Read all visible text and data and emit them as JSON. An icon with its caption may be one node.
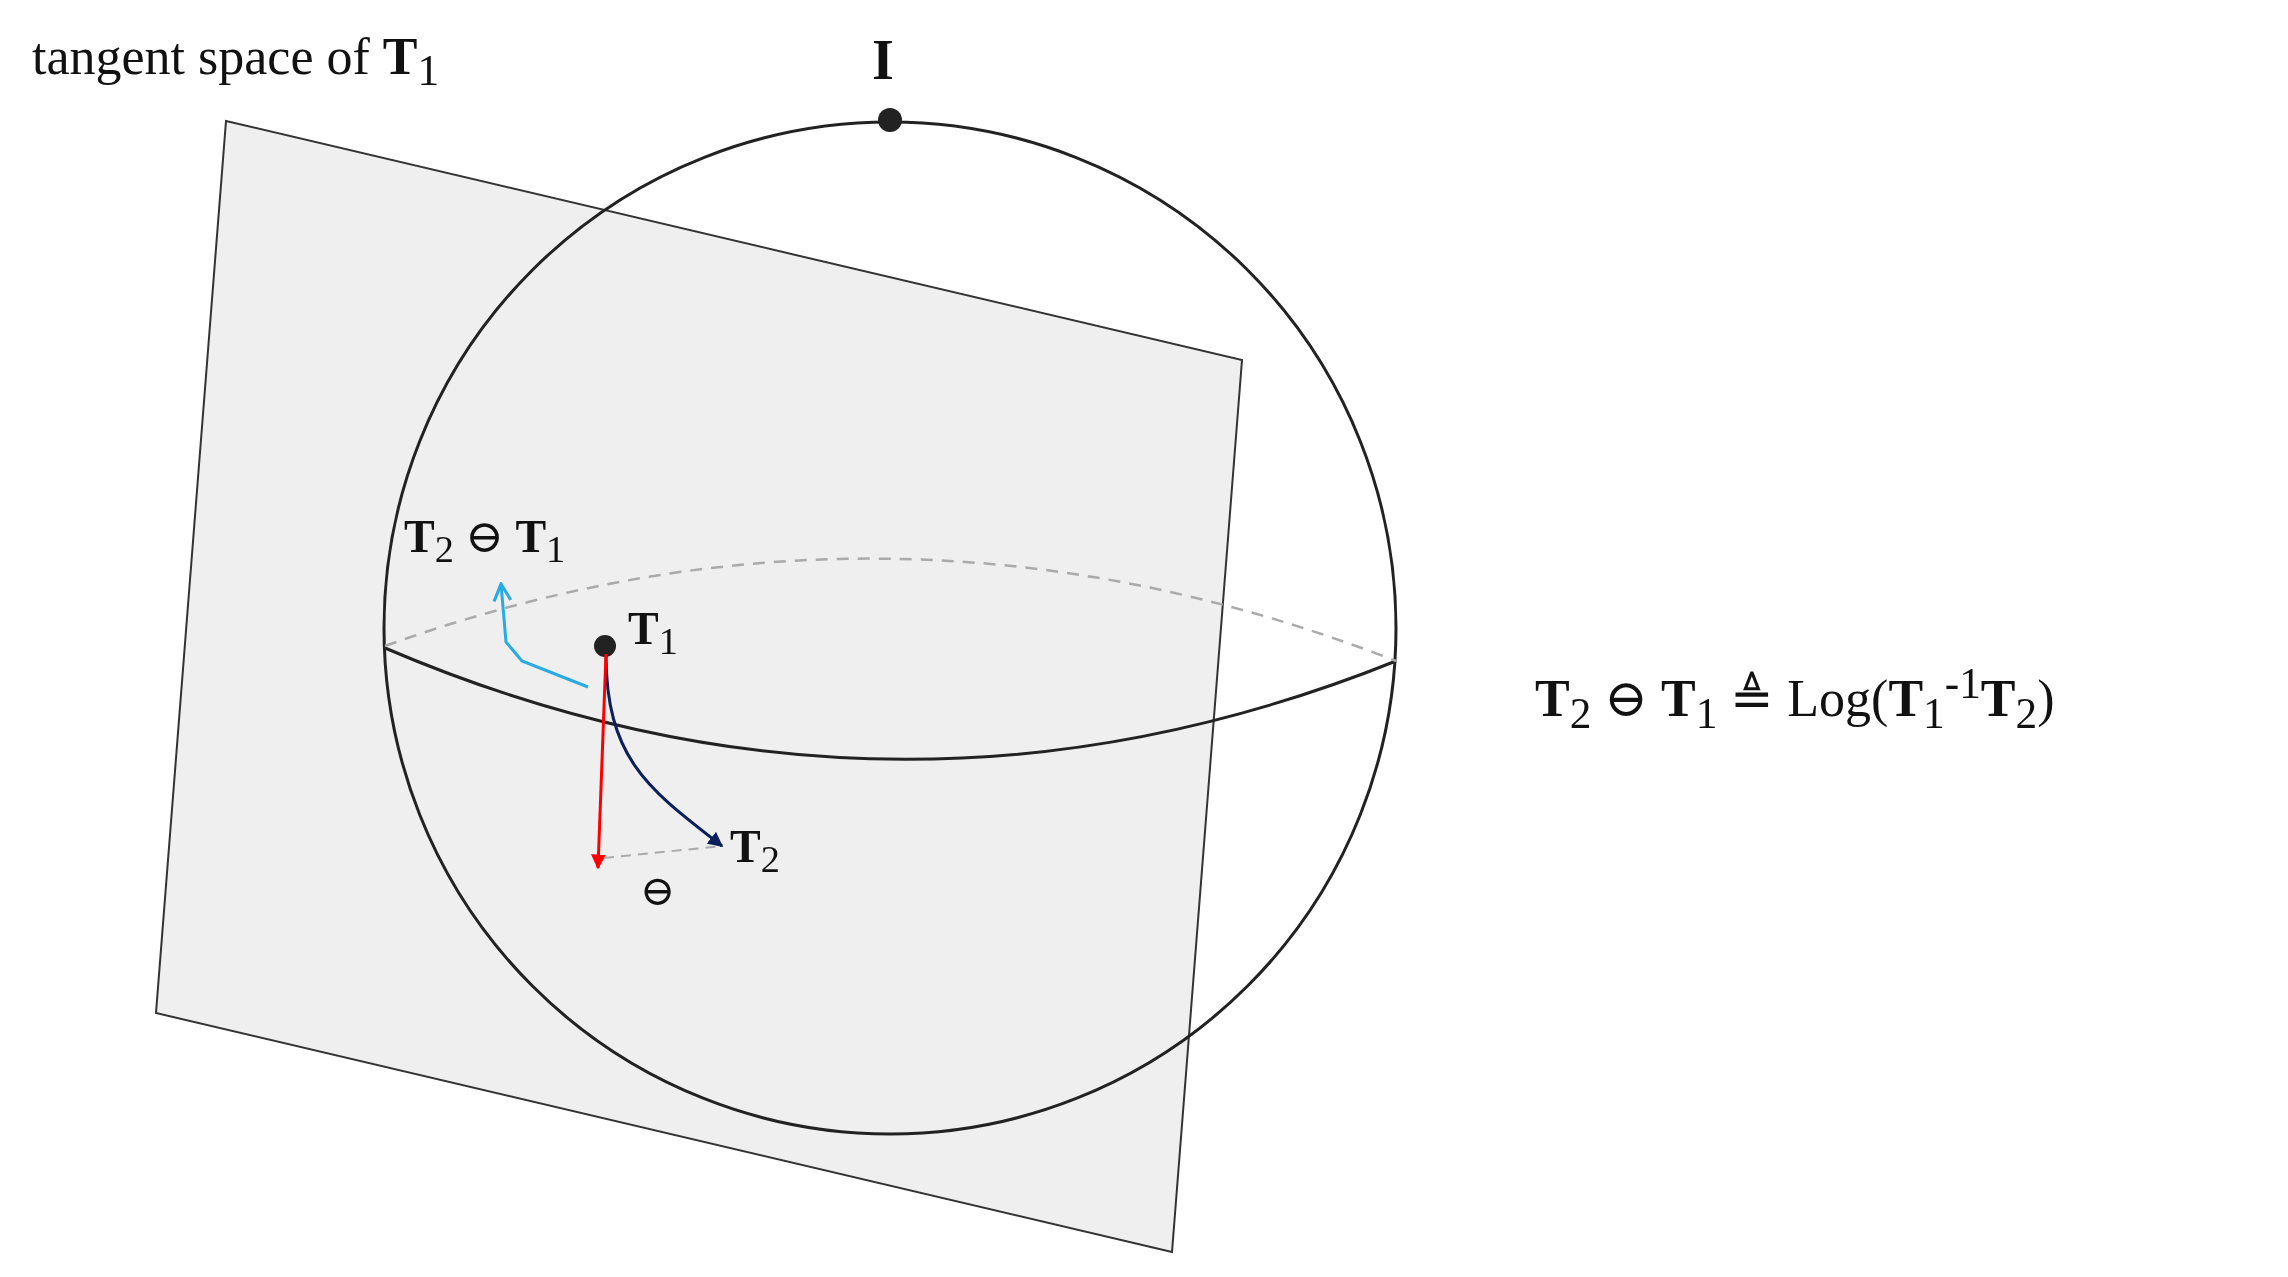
{
  "diagram": {
    "nodes": [
      {
        "text": [
          "tangent space of **T**$_{1}$"
        ]
      },
      {
        "text": [
          "**I**"
        ]
      },
      {
        "text": [
          "**T**$_{1}$"
        ],
        "in": 0
      },
      {
        "text": [
          "**T**$_{2}$"
        ],
        "in": 0
      },
      {
        "text": [
          "**T**$_{2}$ ⊖ **T**$_{1}$"
        ],
        "in": 0
      }
    ],
    "edges": [
      {
        "from": 2,
        "to": 3,
        "arrow": "to",
        "color": "#0b1f5c"
      },
      {
        "from": 2,
        "to": null,
        "arrow": "to",
        "color": "#ff0000"
      },
      {
        "from": null,
        "to": 4,
        "arrow": "to",
        "color": "#29abe2"
      },
      {
        "from": null,
        "to": 3,
        "arrow": "none",
        "style": "dashed",
        "color": "#aaaaaa",
        "label": "⊖"
      }
    ],
    "labels": [
      "**T**$_{2}$ ⊖ **T**$_{1}$ ≜ Log(**T**$_{1}$$^{-1}$**T**$_{2}$)"
    ]
  }
}
